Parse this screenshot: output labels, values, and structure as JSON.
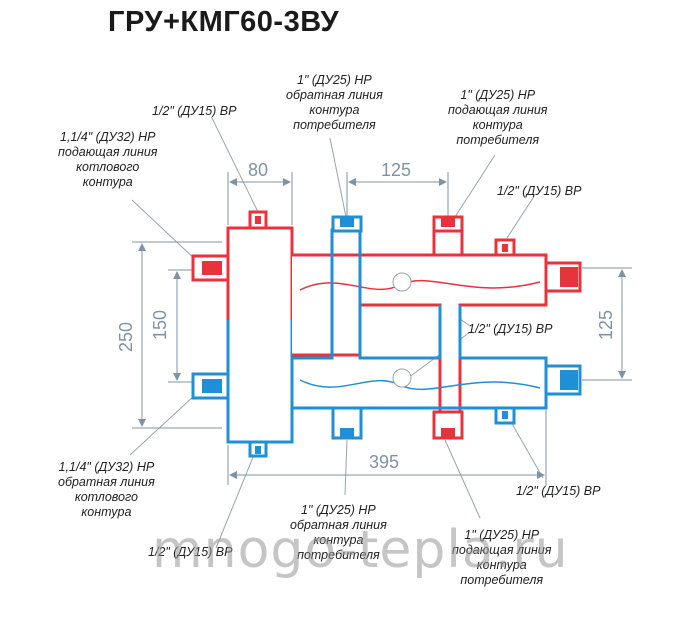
{
  "title": "ГРУ+КМГ60-3ВУ",
  "colors": {
    "supply": "#e8323c",
    "return": "#1f8fd6",
    "dimension": "#7f93a6",
    "leader": "#9aa3ab"
  },
  "dimensions": {
    "d80": "80",
    "d125_top": "125",
    "d250": "250",
    "d150": "150",
    "d125_right": "125",
    "d395": "395"
  },
  "labels": {
    "top_left_half": {
      "l1": "1/2\" (ДУ15) ВР"
    },
    "left_top": {
      "l1": "1,1/4\" (ДУ32) НР",
      "l2": "подающая линия",
      "l3": "котлового",
      "l4": "контура"
    },
    "top_mid_return": {
      "l1": "1\" (ДУ25) НР",
      "l2": "обратная линия",
      "l3": "контура",
      "l4": "потребителя"
    },
    "top_right_supply": {
      "l1": "1\" (ДУ25) НР",
      "l2": "подающая линия",
      "l3": "контура",
      "l4": "потребителя"
    },
    "right_half_top": {
      "l1": "1/2\" (ДУ15) ВР"
    },
    "center_half": {
      "l1": "1/2\" (ДУ15) ВР"
    },
    "left_bottom": {
      "l1": "1,1/4\" (ДУ32) НР",
      "l2": "обратная линия",
      "l3": "котлового",
      "l4": "контура"
    },
    "right_half_bottom": {
      "l1": "1/2\" (ДУ15) ВР"
    },
    "bottom_mid_return": {
      "l1": "1\" (ДУ25) НР",
      "l2": "обратная линия",
      "l3": "контура",
      "l4": "потребителя"
    },
    "bottom_left_half": {
      "l1": "1/2\" (ДУ15) ВР"
    },
    "bottom_right_supply": {
      "l1": "1\" (ДУ25) НР",
      "l2": "подающая линия",
      "l3": "контура",
      "l4": "потребителя"
    }
  },
  "watermark": "mnogo-tepla.ru"
}
